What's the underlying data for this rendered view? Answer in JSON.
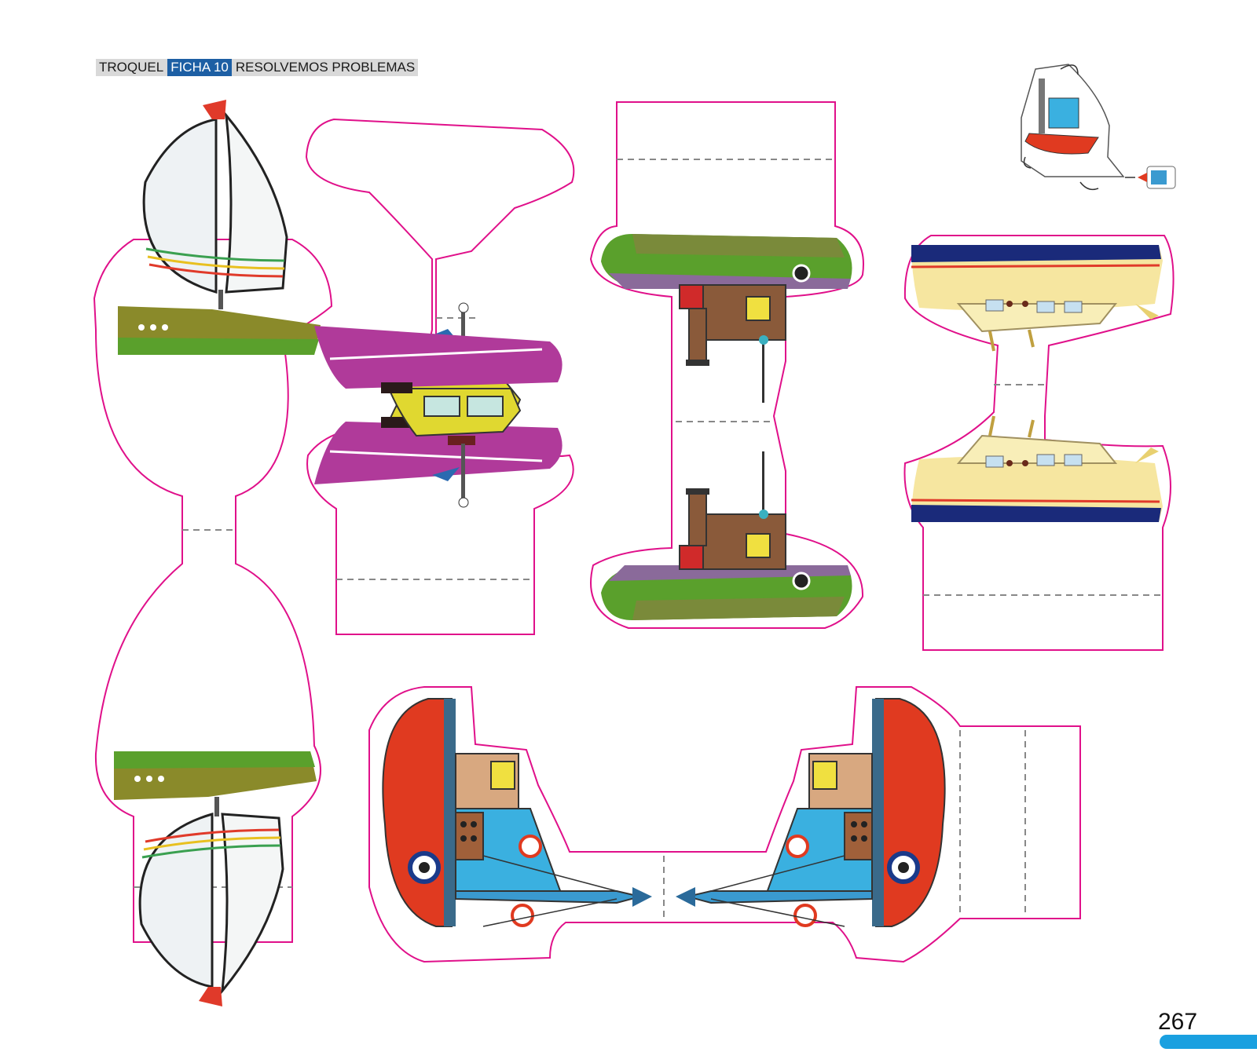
{
  "header": {
    "part1": "TROQUEL",
    "part2": "FICHA  10",
    "part3": "RESOLVEMOS PROBLEMAS"
  },
  "page_number": "267",
  "colors": {
    "cut_line": "#e0108a",
    "fold_line": "#888888",
    "header_highlight": "#1d5fa4",
    "page_bar": "#1aa0e0"
  },
  "icons": [
    "sailboat-cutout",
    "motorboat-cutout",
    "tugboat-cutout",
    "yacht-cutout",
    "fishing-boat-cutout",
    "assembly-diagram-icon",
    "glue-bottle-icon"
  ]
}
